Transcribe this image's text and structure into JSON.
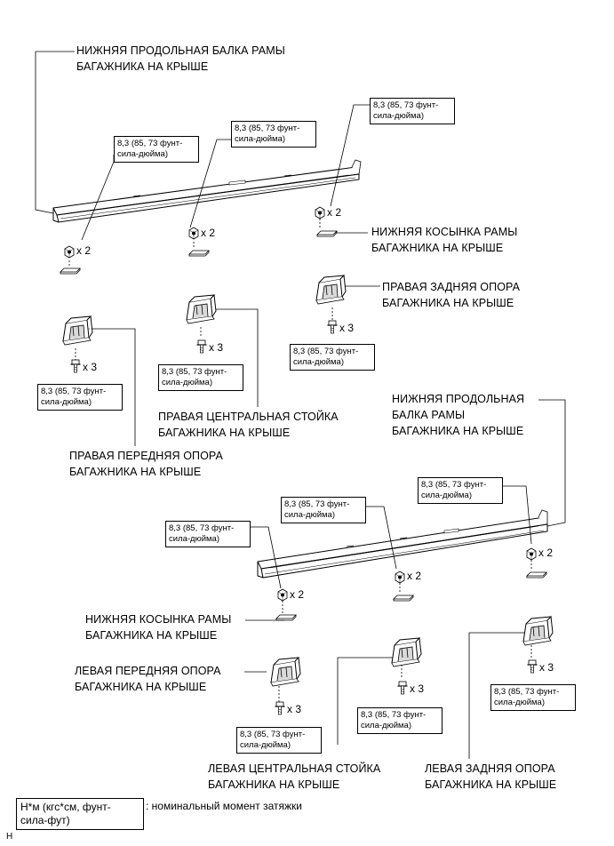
{
  "labels": {
    "rail_upper": "НИЖНЯЯ ПРОДОЛЬНАЯ БАЛКА РАМЫ\nБАГАЖНИКА НА КРЫШЕ",
    "gusset_upper": "НИЖНЯЯ КОСЫНКА РАМЫ\nБАГАЖНИКА НА КРЫШЕ",
    "rr_support": "ПРАВАЯ ЗАДНЯЯ ОПОРА\nБАГАЖНИКА НА КРЫШЕ",
    "rc_pillar": "ПРАВАЯ ЦЕНТРАЛЬНАЯ СТОЙКА\nБАГАЖНИКА НА КРЫШЕ",
    "rf_support": "ПРАВАЯ ПЕРЕДНЯЯ ОПОРА\nБАГАЖНИКА НА КРЫШЕ",
    "rail_lower": "НИЖНЯЯ ПРОДОЛЬНАЯ\nБАЛКА РАМЫ\nБАГАЖНИКА НА КРЫШЕ",
    "gusset_lower": "НИЖНЯЯ КОСЫНКА РАМЫ\nБАГАЖНИКА НА КРЫШЕ",
    "lf_support": "ЛЕВАЯ ПЕРЕДНЯЯ ОПОРА\nБАГАЖНИКА НА КРЫШЕ",
    "lc_pillar": "ЛЕВАЯ ЦЕНТРАЛЬНАЯ СТОЙКА\nБАГАЖНИКА НА КРЫШЕ",
    "lr_support": "ЛЕВАЯ ЗАДНЯЯ ОПОРА\nБАГАЖНИКА НА КРЫШЕ"
  },
  "torque": "8,3 (85, 73 фунт-\nсила-дюйма)",
  "quantities": {
    "x2": "x 2",
    "x3": "x 3"
  },
  "legend": {
    "unit": "Н*м (кгс*см, фунт-\nсила-фут)",
    "text": ": номинальный момент затяжки"
  },
  "figure_code": "H"
}
